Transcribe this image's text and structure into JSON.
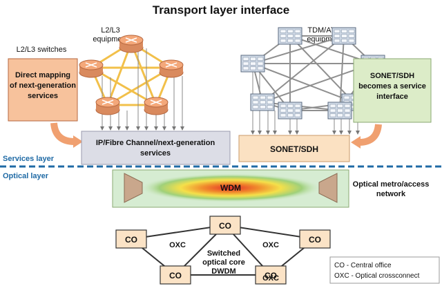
{
  "title": "Transport layer interface",
  "left_group": {
    "label": "L2/L3 switches",
    "box_lines": [
      "Direct mapping",
      "of next-generation",
      "services"
    ],
    "equipment_lines": [
      "L2/L3",
      "equipment"
    ]
  },
  "right_group": {
    "equipment_lines": [
      "TDM/ATM",
      "equipment"
    ],
    "box_lines": [
      "SONET/SDH",
      "becomes a service",
      "interface"
    ]
  },
  "services_box": {
    "lines": [
      "IP/Fibre Channel/next-generation",
      "services"
    ]
  },
  "sonet_box": {
    "label": "SONET/SDH"
  },
  "layers": {
    "services": "Services layer",
    "optical": "Optical layer"
  },
  "wdm": {
    "label": "WDM"
  },
  "optical_network": {
    "lines": [
      "Optical metro/access",
      "network"
    ]
  },
  "ring": {
    "nodes": [
      "CO",
      "CO",
      "CO",
      "CO",
      "CO"
    ],
    "oxc_labels": [
      "OXC",
      "OXC",
      "OXC"
    ],
    "core_lines": [
      "Switched",
      "optical core",
      "DWDM"
    ]
  },
  "legend": {
    "lines": [
      "CO - Central office",
      "OXC - Optical crossconnect"
    ]
  },
  "colors": {
    "router": "#f4a87a",
    "router_border": "#b5673f",
    "salmon_box": "#f7c29c",
    "green_box": "#dcecc8",
    "services_box": "#dcdde6",
    "sonet_box": "#fbe1c2",
    "co_box": "#fbe3c6",
    "divider": "#1f6aa5",
    "layer_text": "#1f6aa5",
    "mesh_left": "#f2c04a",
    "mesh_right": "#8f8f8f",
    "tdm_box": "#cfd9e6"
  }
}
